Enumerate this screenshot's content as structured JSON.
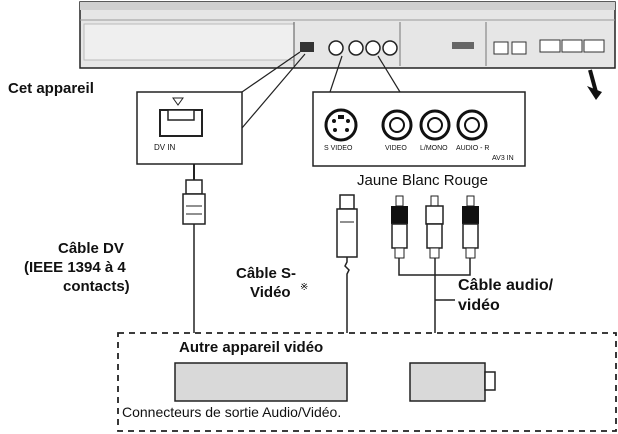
{
  "labels": {
    "device": "Cet appareil",
    "dv_cable": [
      "Câble DV",
      "(IEEE 1394 à 4",
      "contacts)"
    ],
    "svideo_cable": [
      "Câble S-",
      "Vidéo"
    ],
    "svideo_note": "※",
    "av_cable": [
      "Câble audio/",
      "vidéo"
    ],
    "other_device": "Autre appareil vidéo",
    "output_connectors": "Connecteurs de sortie Audio/Vidéo.",
    "colors": "Jaune Blanc Rouge"
  },
  "dv_panel": {
    "port_label": "DV IN"
  },
  "av_panel": {
    "jack_labels": [
      "S VIDEO",
      "VIDEO",
      "L/MONO",
      "AUDIO - R"
    ],
    "input_label": "AV3 IN"
  },
  "colors": {
    "line": "#1a1a1a",
    "device_body": "#dcdcdc",
    "grey_box": "#d9d9d9"
  }
}
